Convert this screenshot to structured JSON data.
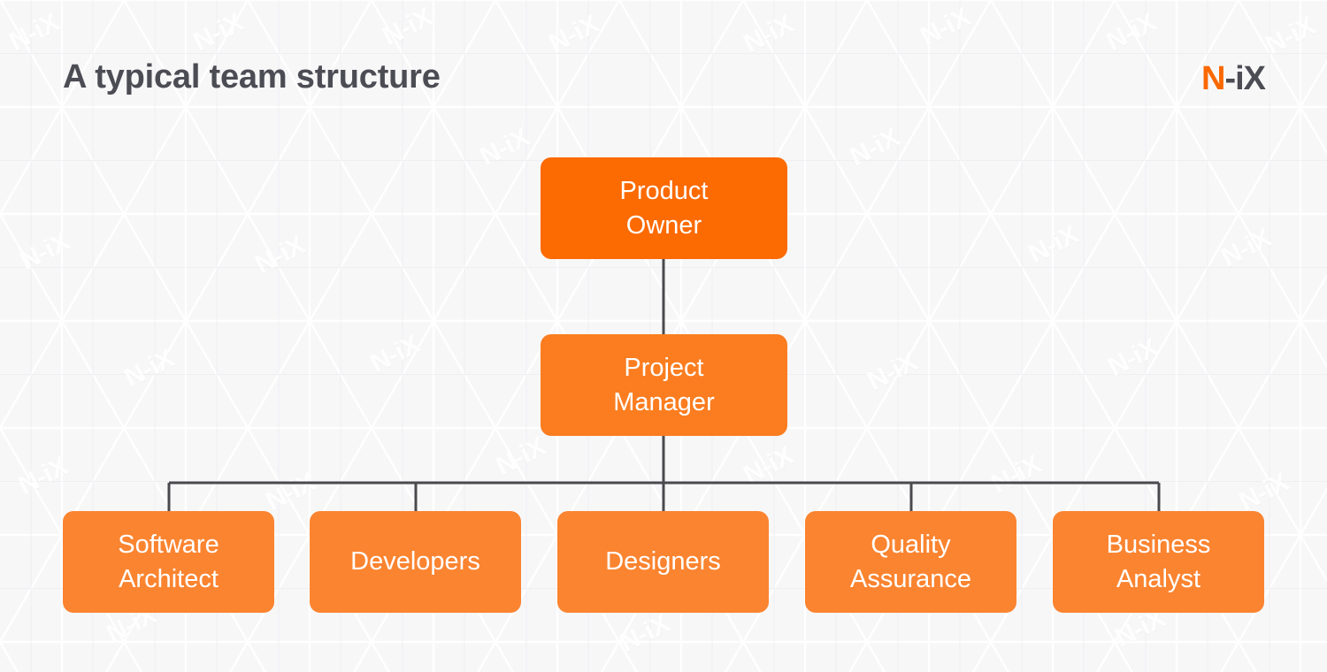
{
  "page": {
    "title": "A typical team structure",
    "background_color": "#f7f7f8",
    "watermark_text": "N-iX"
  },
  "brand": {
    "n": "N",
    "ix": "-iX",
    "accent_color": "#fa6800",
    "dark_color": "#4c4c54"
  },
  "chart_data": {
    "type": "diagram",
    "subtype": "org-chart",
    "title": "A typical team structure",
    "orientation": "top-down",
    "levels": 3,
    "connector_color": "#4a4a4e",
    "nodes": [
      {
        "id": "product-owner",
        "label": "Product\nOwner",
        "level": 1,
        "parent": null,
        "color": "#fc6a02"
      },
      {
        "id": "project-manager",
        "label": "Project\nManager",
        "level": 2,
        "parent": "product-owner",
        "color": "#fb7d20"
      },
      {
        "id": "software-architect",
        "label": "Software\nArchitect",
        "level": 3,
        "parent": "project-manager",
        "color": "#fb8430"
      },
      {
        "id": "developers",
        "label": "Developers",
        "level": 3,
        "parent": "project-manager",
        "color": "#fb8430"
      },
      {
        "id": "designers",
        "label": "Designers",
        "level": 3,
        "parent": "project-manager",
        "color": "#fb8430"
      },
      {
        "id": "quality-assurance",
        "label": "Quality\nAssurance",
        "level": 3,
        "parent": "project-manager",
        "color": "#fb8430"
      },
      {
        "id": "business-analyst",
        "label": "Business\nAnalyst",
        "level": 3,
        "parent": "project-manager",
        "color": "#fb8430"
      }
    ]
  }
}
